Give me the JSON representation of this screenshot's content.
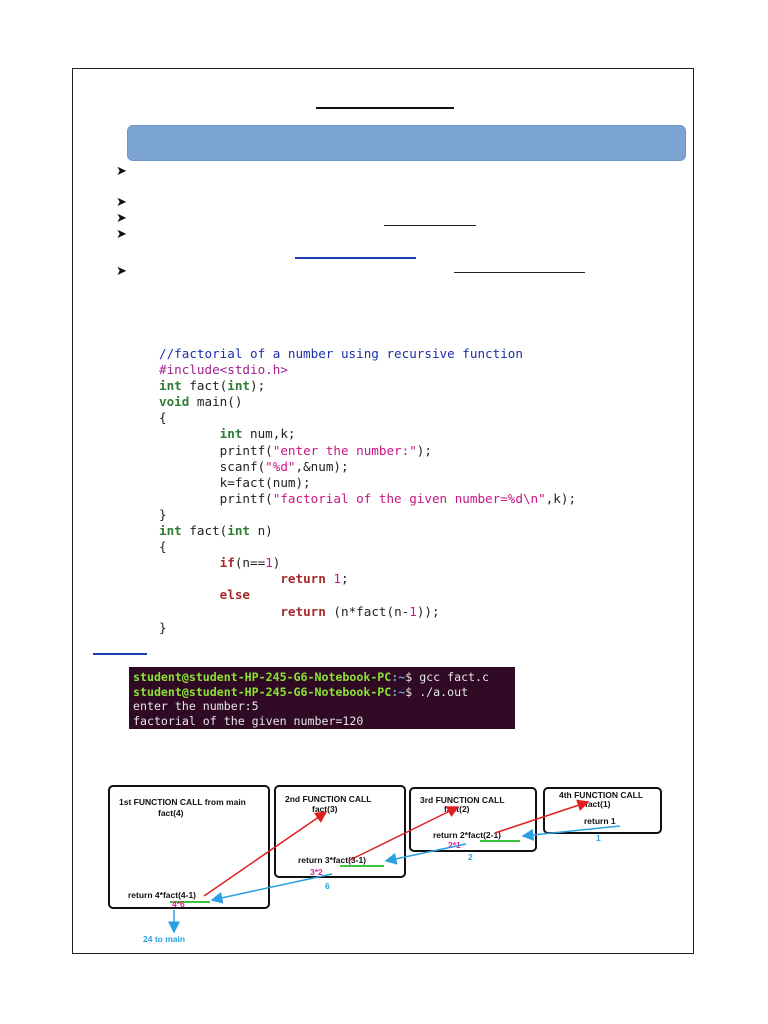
{
  "code": {
    "lines": [
      [
        {
          "t": "//factorial of a number using recursive function",
          "c": "c-comment"
        }
      ],
      [
        {
          "t": "#include<stdio.h>",
          "c": "c-pre"
        }
      ],
      [
        {
          "t": "int",
          "c": "c-kw"
        },
        {
          "t": " fact(",
          "c": "c-plain"
        },
        {
          "t": "int",
          "c": "c-kw"
        },
        {
          "t": ");",
          "c": "c-plain"
        }
      ],
      [
        {
          "t": "void",
          "c": "c-kw"
        },
        {
          "t": " main()",
          "c": "c-plain"
        }
      ],
      [
        {
          "t": "{",
          "c": "c-plain"
        }
      ],
      [
        {
          "t": "        ",
          "c": "c-plain"
        },
        {
          "t": "int",
          "c": "c-kw"
        },
        {
          "t": " num,k;",
          "c": "c-plain"
        }
      ],
      [
        {
          "t": "        printf(",
          "c": "c-plain"
        },
        {
          "t": "\"enter the number:\"",
          "c": "c-str"
        },
        {
          "t": ");",
          "c": "c-plain"
        }
      ],
      [
        {
          "t": "        scanf(",
          "c": "c-plain"
        },
        {
          "t": "\"%d\"",
          "c": "c-str"
        },
        {
          "t": ",&num);",
          "c": "c-plain"
        }
      ],
      [
        {
          "t": "        k=fact(num);",
          "c": "c-plain"
        }
      ],
      [
        {
          "t": "        printf(",
          "c": "c-plain"
        },
        {
          "t": "\"factorial of the given number=%d\\n\"",
          "c": "c-str"
        },
        {
          "t": ",k);",
          "c": "c-plain"
        }
      ],
      [
        {
          "t": "}",
          "c": "c-plain"
        }
      ],
      [
        {
          "t": "int",
          "c": "c-kw"
        },
        {
          "t": " fact(",
          "c": "c-plain"
        },
        {
          "t": "int",
          "c": "c-kw"
        },
        {
          "t": " n)",
          "c": "c-plain"
        }
      ],
      [
        {
          "t": "{",
          "c": "c-plain"
        }
      ],
      [
        {
          "t": "        ",
          "c": "c-plain"
        },
        {
          "t": "if",
          "c": "c-red"
        },
        {
          "t": "(n==",
          "c": "c-plain"
        },
        {
          "t": "1",
          "c": "c-num"
        },
        {
          "t": ")",
          "c": "c-plain"
        }
      ],
      [
        {
          "t": "                ",
          "c": "c-plain"
        },
        {
          "t": "return",
          "c": "c-red"
        },
        {
          "t": " ",
          "c": "c-plain"
        },
        {
          "t": "1",
          "c": "c-num"
        },
        {
          "t": ";",
          "c": "c-plain"
        }
      ],
      [
        {
          "t": "        ",
          "c": "c-plain"
        },
        {
          "t": "else",
          "c": "c-red"
        }
      ],
      [
        {
          "t": "                ",
          "c": "c-plain"
        },
        {
          "t": "return",
          "c": "c-red"
        },
        {
          "t": " (n*fact(n-",
          "c": "c-plain"
        },
        {
          "t": "1",
          "c": "c-num"
        },
        {
          "t": "));",
          "c": "c-plain"
        }
      ],
      [
        {
          "t": "}",
          "c": "c-plain"
        }
      ]
    ]
  },
  "terminal": {
    "lines": [
      {
        "user": "student@student-HP-245-G6-Notebook-PC",
        "path": ":~",
        "cmd": "$ gcc fact.c"
      },
      {
        "user": "student@student-HP-245-G6-Notebook-PC",
        "path": ":~",
        "cmd": "$ ./a.out"
      },
      {
        "text": "enter the number:5"
      },
      {
        "text": "factorial of the given number=120"
      }
    ]
  },
  "diagram": {
    "calls": [
      {
        "title": "1st FUNCTION CALL from main",
        "call": "fact(4)",
        "ret": "return 4*fact(4-1)",
        "eval": "4*6"
      },
      {
        "title": "2nd FUNCTION CALL",
        "call": "fact(3)",
        "ret": "return 3*fact(3-1)",
        "eval": "3*2"
      },
      {
        "title": "3rd FUNCTION CALL",
        "call": "fact(2)",
        "ret": "return 2*fact(2-1)",
        "eval": "2*1"
      },
      {
        "title": "4th FUNCTION CALL",
        "call": "fact(1)",
        "ret": "return 1",
        "eval": ""
      }
    ],
    "return_values": [
      "1",
      "2",
      "6"
    ],
    "to_main": "24 to main",
    "colors": {
      "call_arrow": "#e02020",
      "return_arrow": "#2aa0e0",
      "underline": "#3cc43c",
      "eval_text": "#e0208f"
    }
  }
}
